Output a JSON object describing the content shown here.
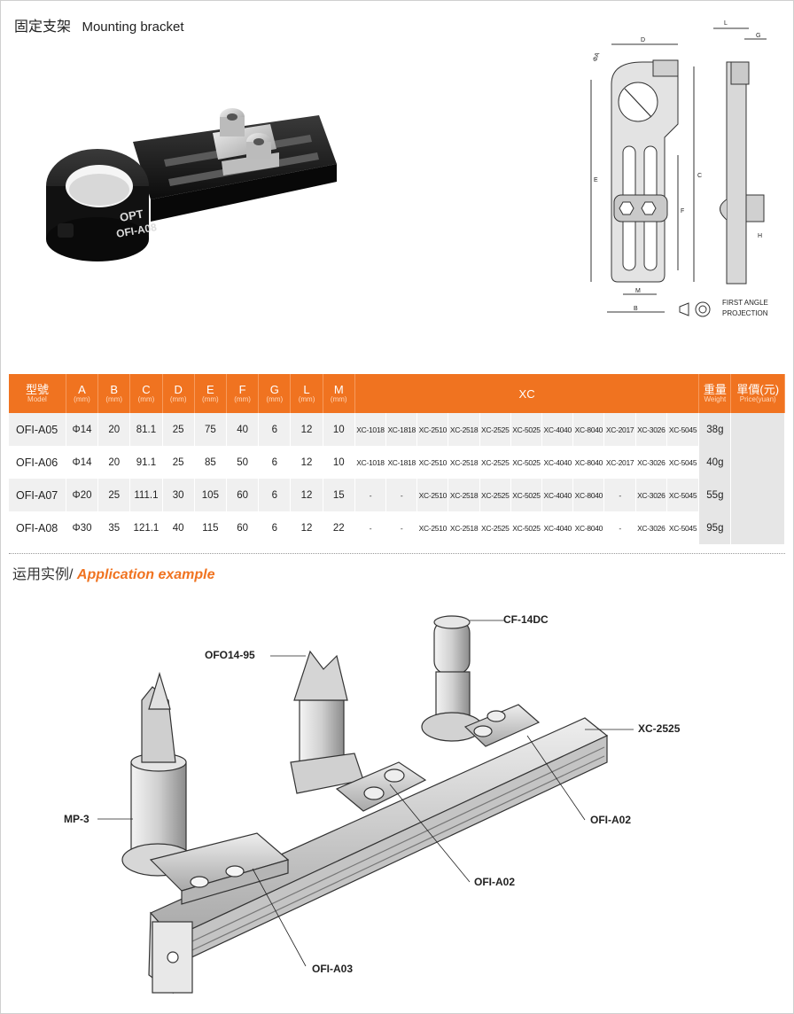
{
  "header": {
    "title_cn": "固定支架",
    "title_en": "Mounting bracket"
  },
  "product": {
    "brand": "OPT",
    "model_mark": "OFI-A08"
  },
  "drawing": {
    "dims": [
      "L",
      "G",
      "D",
      "ΦA",
      "C",
      "E",
      "F",
      "H",
      "M",
      "B"
    ],
    "projection": "FIRST ANGLE\nPROJECTION",
    "projection_line1": "FIRST ANGLE",
    "projection_line2": "PROJECTION"
  },
  "table": {
    "headers": [
      {
        "cn": "型號",
        "en": "Model"
      },
      {
        "cn": "A",
        "en": "(mm)"
      },
      {
        "cn": "B",
        "en": "(mm)"
      },
      {
        "cn": "C",
        "en": "(mm)"
      },
      {
        "cn": "D",
        "en": "(mm)"
      },
      {
        "cn": "E",
        "en": "(mm)"
      },
      {
        "cn": "F",
        "en": "(mm)"
      },
      {
        "cn": "G",
        "en": "(mm)"
      },
      {
        "cn": "L",
        "en": "(mm)"
      },
      {
        "cn": "M",
        "en": "(mm)"
      },
      {
        "cn": "XC",
        "en": ""
      },
      {
        "cn": "重量",
        "en": "Weight"
      },
      {
        "cn": "單價(元)",
        "en": "Price(yuan)"
      }
    ],
    "rows": [
      {
        "model": "OFI-A05",
        "a": "Φ14",
        "b": "20",
        "c": "81.1",
        "d": "25",
        "e": "75",
        "f": "40",
        "g": "6",
        "l": "12",
        "m": "10",
        "xc": [
          "XC-1018",
          "XC-1818",
          "XC-2510",
          "XC-2518",
          "XC-2525",
          "XC-5025",
          "XC-4040",
          "XC-8040",
          "XC-2017",
          "XC-3026",
          "XC-5045"
        ],
        "weight": "38g",
        "price": ""
      },
      {
        "model": "OFI-A06",
        "a": "Φ14",
        "b": "20",
        "c": "91.1",
        "d": "25",
        "e": "85",
        "f": "50",
        "g": "6",
        "l": "12",
        "m": "10",
        "xc": [
          "XC-1018",
          "XC-1818",
          "XC-2510",
          "XC-2518",
          "XC-2525",
          "XC-5025",
          "XC-4040",
          "XC-8040",
          "XC-2017",
          "XC-3026",
          "XC-5045"
        ],
        "weight": "40g",
        "price": ""
      },
      {
        "model": "OFI-A07",
        "a": "Φ20",
        "b": "25",
        "c": "111.1",
        "d": "30",
        "e": "105",
        "f": "60",
        "g": "6",
        "l": "12",
        "m": "15",
        "xc": [
          "-",
          "-",
          "XC-2510",
          "XC-2518",
          "XC-2525",
          "XC-5025",
          "XC-4040",
          "XC-8040",
          "-",
          "XC-3026",
          "XC-5045"
        ],
        "weight": "55g",
        "price": ""
      },
      {
        "model": "OFI-A08",
        "a": "Φ30",
        "b": "35",
        "c": "121.1",
        "d": "40",
        "e": "115",
        "f": "60",
        "g": "6",
        "l": "12",
        "m": "22",
        "xc": [
          "-",
          "-",
          "XC-2510",
          "XC-2518",
          "XC-2525",
          "XC-5025",
          "XC-4040",
          "XC-8040",
          "-",
          "XC-3026",
          "XC-5045"
        ],
        "weight": "95g",
        "price": ""
      }
    ]
  },
  "application": {
    "title_cn": "运用实例/",
    "title_en": "Application example",
    "labels": {
      "cf": "CF-14DC",
      "ofo": "OFO14-95",
      "xc": "XC-2525",
      "mp": "MP-3",
      "ofi_a02_right": "OFI-A02",
      "ofi_a02_mid": "OFI-A02",
      "ofi_a03": "OFI-A03"
    }
  },
  "colors": {
    "accent": "#f07320",
    "metal_dark": "#1a1a1a",
    "metal_light": "#cfcfcf"
  }
}
